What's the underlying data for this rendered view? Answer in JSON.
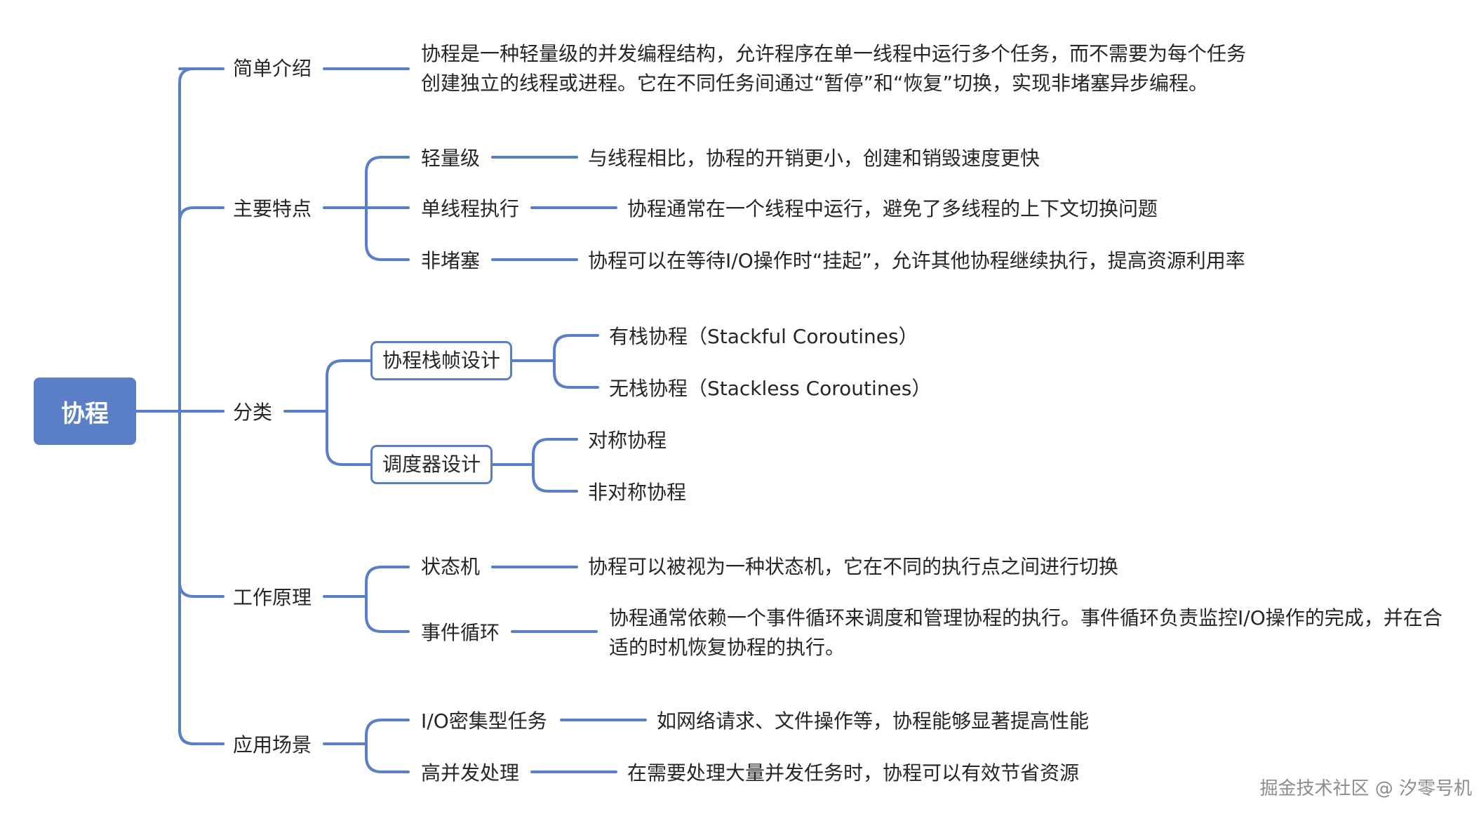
{
  "root": "协程",
  "branches": [
    {
      "label": "简单介绍",
      "description": [
        "协程是一种轻量级的并发编程结构，允许程序在单一线程中运行多个任务，而不需要为每个任务",
        "创建独立的线程或进程。它在不同任务间通过“暂停”和“恢复”切换，实现非堵塞异步编程。"
      ]
    },
    {
      "label": "主要特点",
      "children": [
        {
          "label": "轻量级",
          "description": "与线程相比，协程的开销更小，创建和销毁速度更快"
        },
        {
          "label": "单线程执行",
          "description": "协程通常在一个线程中运行，避免了多线程的上下文切换问题"
        },
        {
          "label": "非堵塞",
          "description": "协程可以在等待I/O操作时“挂起”，允许其他协程继续执行，提高资源利用率"
        }
      ]
    },
    {
      "label": "分类",
      "children": [
        {
          "label": "协程栈帧设计",
          "items": [
            "有栈协程（Stackful Coroutines）",
            "无栈协程（Stackless Coroutines）"
          ]
        },
        {
          "label": "调度器设计",
          "items": [
            "对称协程",
            "非对称协程"
          ]
        }
      ]
    },
    {
      "label": "工作原理",
      "children": [
        {
          "label": "状态机",
          "description": "协程可以被视为一种状态机，它在不同的执行点之间进行切换"
        },
        {
          "label": "事件循环",
          "description": [
            "协程通常依赖一个事件循环来调度和管理协程的执行。事件循环负责监控I/O操作的完成，并在合",
            "适的时机恢复协程的执行。"
          ]
        }
      ]
    },
    {
      "label": "应用场景",
      "children": [
        {
          "label": "I/O密集型任务",
          "description": "如网络请求、文件操作等，协程能够显著提高性能"
        },
        {
          "label": "高并发处理",
          "description": "在需要处理大量并发任务时，协程可以有效节省资源"
        }
      ]
    }
  ],
  "watermark": "掘金技术社区 @ 汐零号机",
  "colors": {
    "accent": "#5b7fc7",
    "text": "#262626",
    "watermark": "#8c8c8c"
  }
}
